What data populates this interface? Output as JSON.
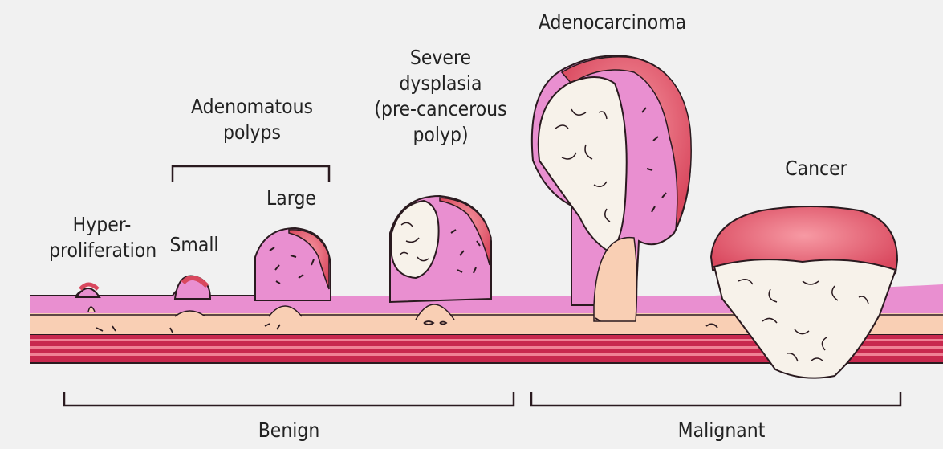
{
  "labels": {
    "hyperproliferation": [
      "Hyper-",
      "proliferation"
    ],
    "small": "Small",
    "adenomatous": [
      "Adenomatous",
      "polyps"
    ],
    "large": "Large",
    "severe": [
      "Severe",
      "dysplasia",
      "(pre-cancerous",
      "polyp)"
    ],
    "adenocarcinoma": "Adenocarcinoma",
    "cancer": "Cancer",
    "benign": "Benign",
    "malignant": "Malignant"
  },
  "colors": {
    "background": "#f1f1f1",
    "mucosa": "#e98fd0",
    "submucosa": "#f9cfb4",
    "muscle": "#c8284e",
    "muscle_light": "#e7667f",
    "tumor_cap": "#e35b6e",
    "necrotic_core": "#f7f2ea",
    "outline": "#2a1a1f"
  }
}
